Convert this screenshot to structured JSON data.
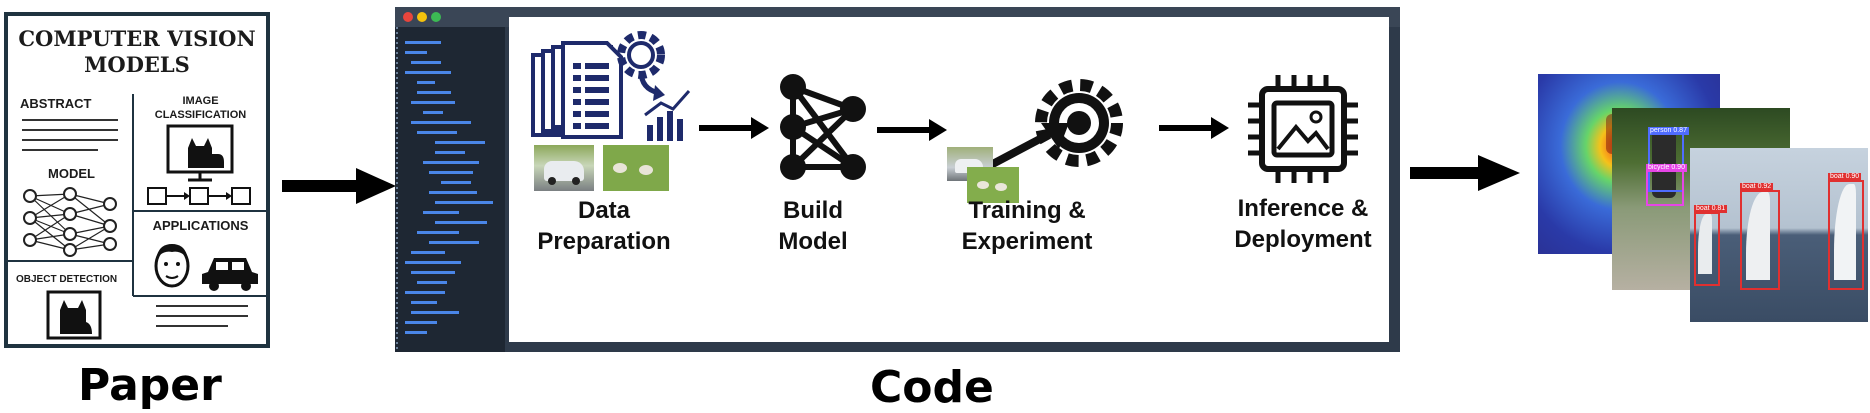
{
  "paper": {
    "title_line1": "COMPUTER VISION",
    "title_line2": "MODELS",
    "abstract": "ABSTRACT",
    "image_classification_1": "IMAGE",
    "image_classification_2": "CLASSIFICATION",
    "model": "MODEL",
    "applications": "APPLICATIONS",
    "object_detection": "OBJECT DETECTION"
  },
  "labels": {
    "paper": "Paper",
    "code": "Code"
  },
  "steps": [
    {
      "line1": "Data",
      "line2": "Preparation"
    },
    {
      "line1": "Build",
      "line2": "Model"
    },
    {
      "line1": "Training &",
      "line2": "Experiment"
    },
    {
      "line1": "Inference &",
      "line2": "Deployment"
    }
  ],
  "detections": {
    "person": "person 0.87",
    "bicycle": "bicycle 0.90",
    "boat1": "boat 0.81",
    "boat2": "boat 0.92",
    "boat3": "boat 0.90"
  },
  "colors": {
    "paper_border": "#1f3340",
    "code_bg": "#2e3a4a",
    "code_line": "#4a86e8",
    "icon_navy": "#1e2a6b",
    "arrow": "#000000"
  }
}
